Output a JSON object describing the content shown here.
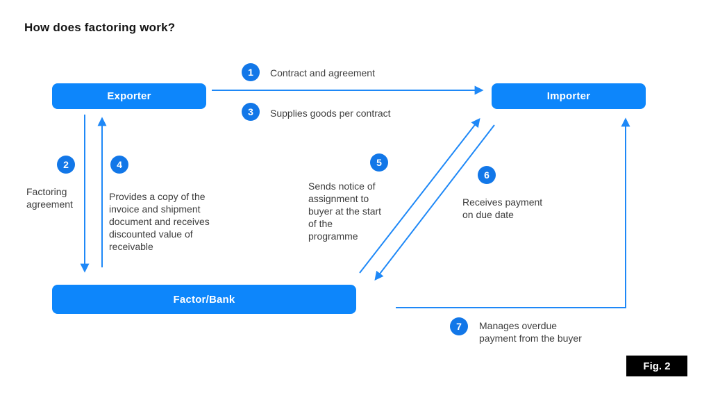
{
  "title": "How does factoring work?",
  "figure_label": "Fig. 2",
  "colors": {
    "box_blue": "#0d86fb",
    "circle_blue": "#1277e8",
    "arrow_blue": "#1e88f7",
    "text_dark": "#3d3d3d",
    "figure_tag_bg": "#000000"
  },
  "nodes": {
    "exporter": {
      "label": "Exporter"
    },
    "importer": {
      "label": "Importer"
    },
    "factor_bank": {
      "label": "Factor/Bank"
    }
  },
  "steps": [
    {
      "number": "1",
      "label": "Contract and agreement",
      "from": "exporter",
      "to": "importer"
    },
    {
      "number": "2",
      "label": "Factoring\nagreement",
      "from": "exporter",
      "to": "factor_bank"
    },
    {
      "number": "3",
      "label": "Supplies goods per contract",
      "from": "exporter",
      "to": "importer"
    },
    {
      "number": "4",
      "label": "Provides a copy of the\ninvoice and shipment\ndocument and receives\ndiscounted value of\nreceivable",
      "from": "factor_bank",
      "to": "exporter"
    },
    {
      "number": "5",
      "label": "Sends notice of\nassignment to\nbuyer at the start\nof the\nprogramme",
      "from": "factor_bank",
      "to": "importer"
    },
    {
      "number": "6",
      "label": "Receives payment\non due date",
      "from": "importer",
      "to": "factor_bank"
    },
    {
      "number": "7",
      "label": "Manages overdue\npayment from the buyer",
      "from": "factor_bank",
      "to": "importer"
    }
  ]
}
